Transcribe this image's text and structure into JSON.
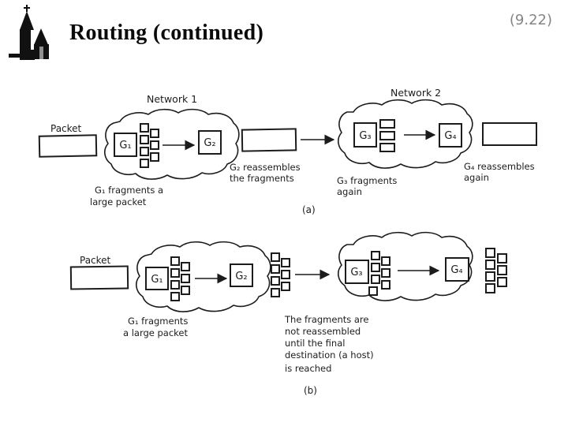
{
  "slide": {
    "title": "Routing (continued)",
    "page_number": "(9.22)"
  },
  "diagram_a": {
    "network1": "Network 1",
    "network2": "Network 2",
    "packet": "Packet",
    "gateways": {
      "g1": "G₁",
      "g2": "G₂",
      "g3": "G₃",
      "g4": "G₄"
    },
    "captions": {
      "g1_line1": "G₁ fragments a",
      "g1_line2": "large packet",
      "g2_line1": "G₂ reassembles",
      "g2_line2": "the fragments",
      "g3_line1": "G₃ fragments",
      "g3_line2": "again",
      "g4_line1": "G₄ reassembles",
      "g4_line2": "again"
    },
    "label": "(a)"
  },
  "diagram_b": {
    "packet": "Packet",
    "gateways": {
      "g1": "G₁",
      "g2": "G₂",
      "g3": "G₃",
      "g4": "G₄"
    },
    "captions": {
      "g1_line1": "G₁ fragments",
      "g1_line2": "a large packet",
      "final_line1": "The fragments are",
      "final_line2": "not reassembled",
      "final_line3": "until the final",
      "final_line4": "destination (a host)",
      "final_line5": "is reached"
    },
    "label": "(b)"
  }
}
